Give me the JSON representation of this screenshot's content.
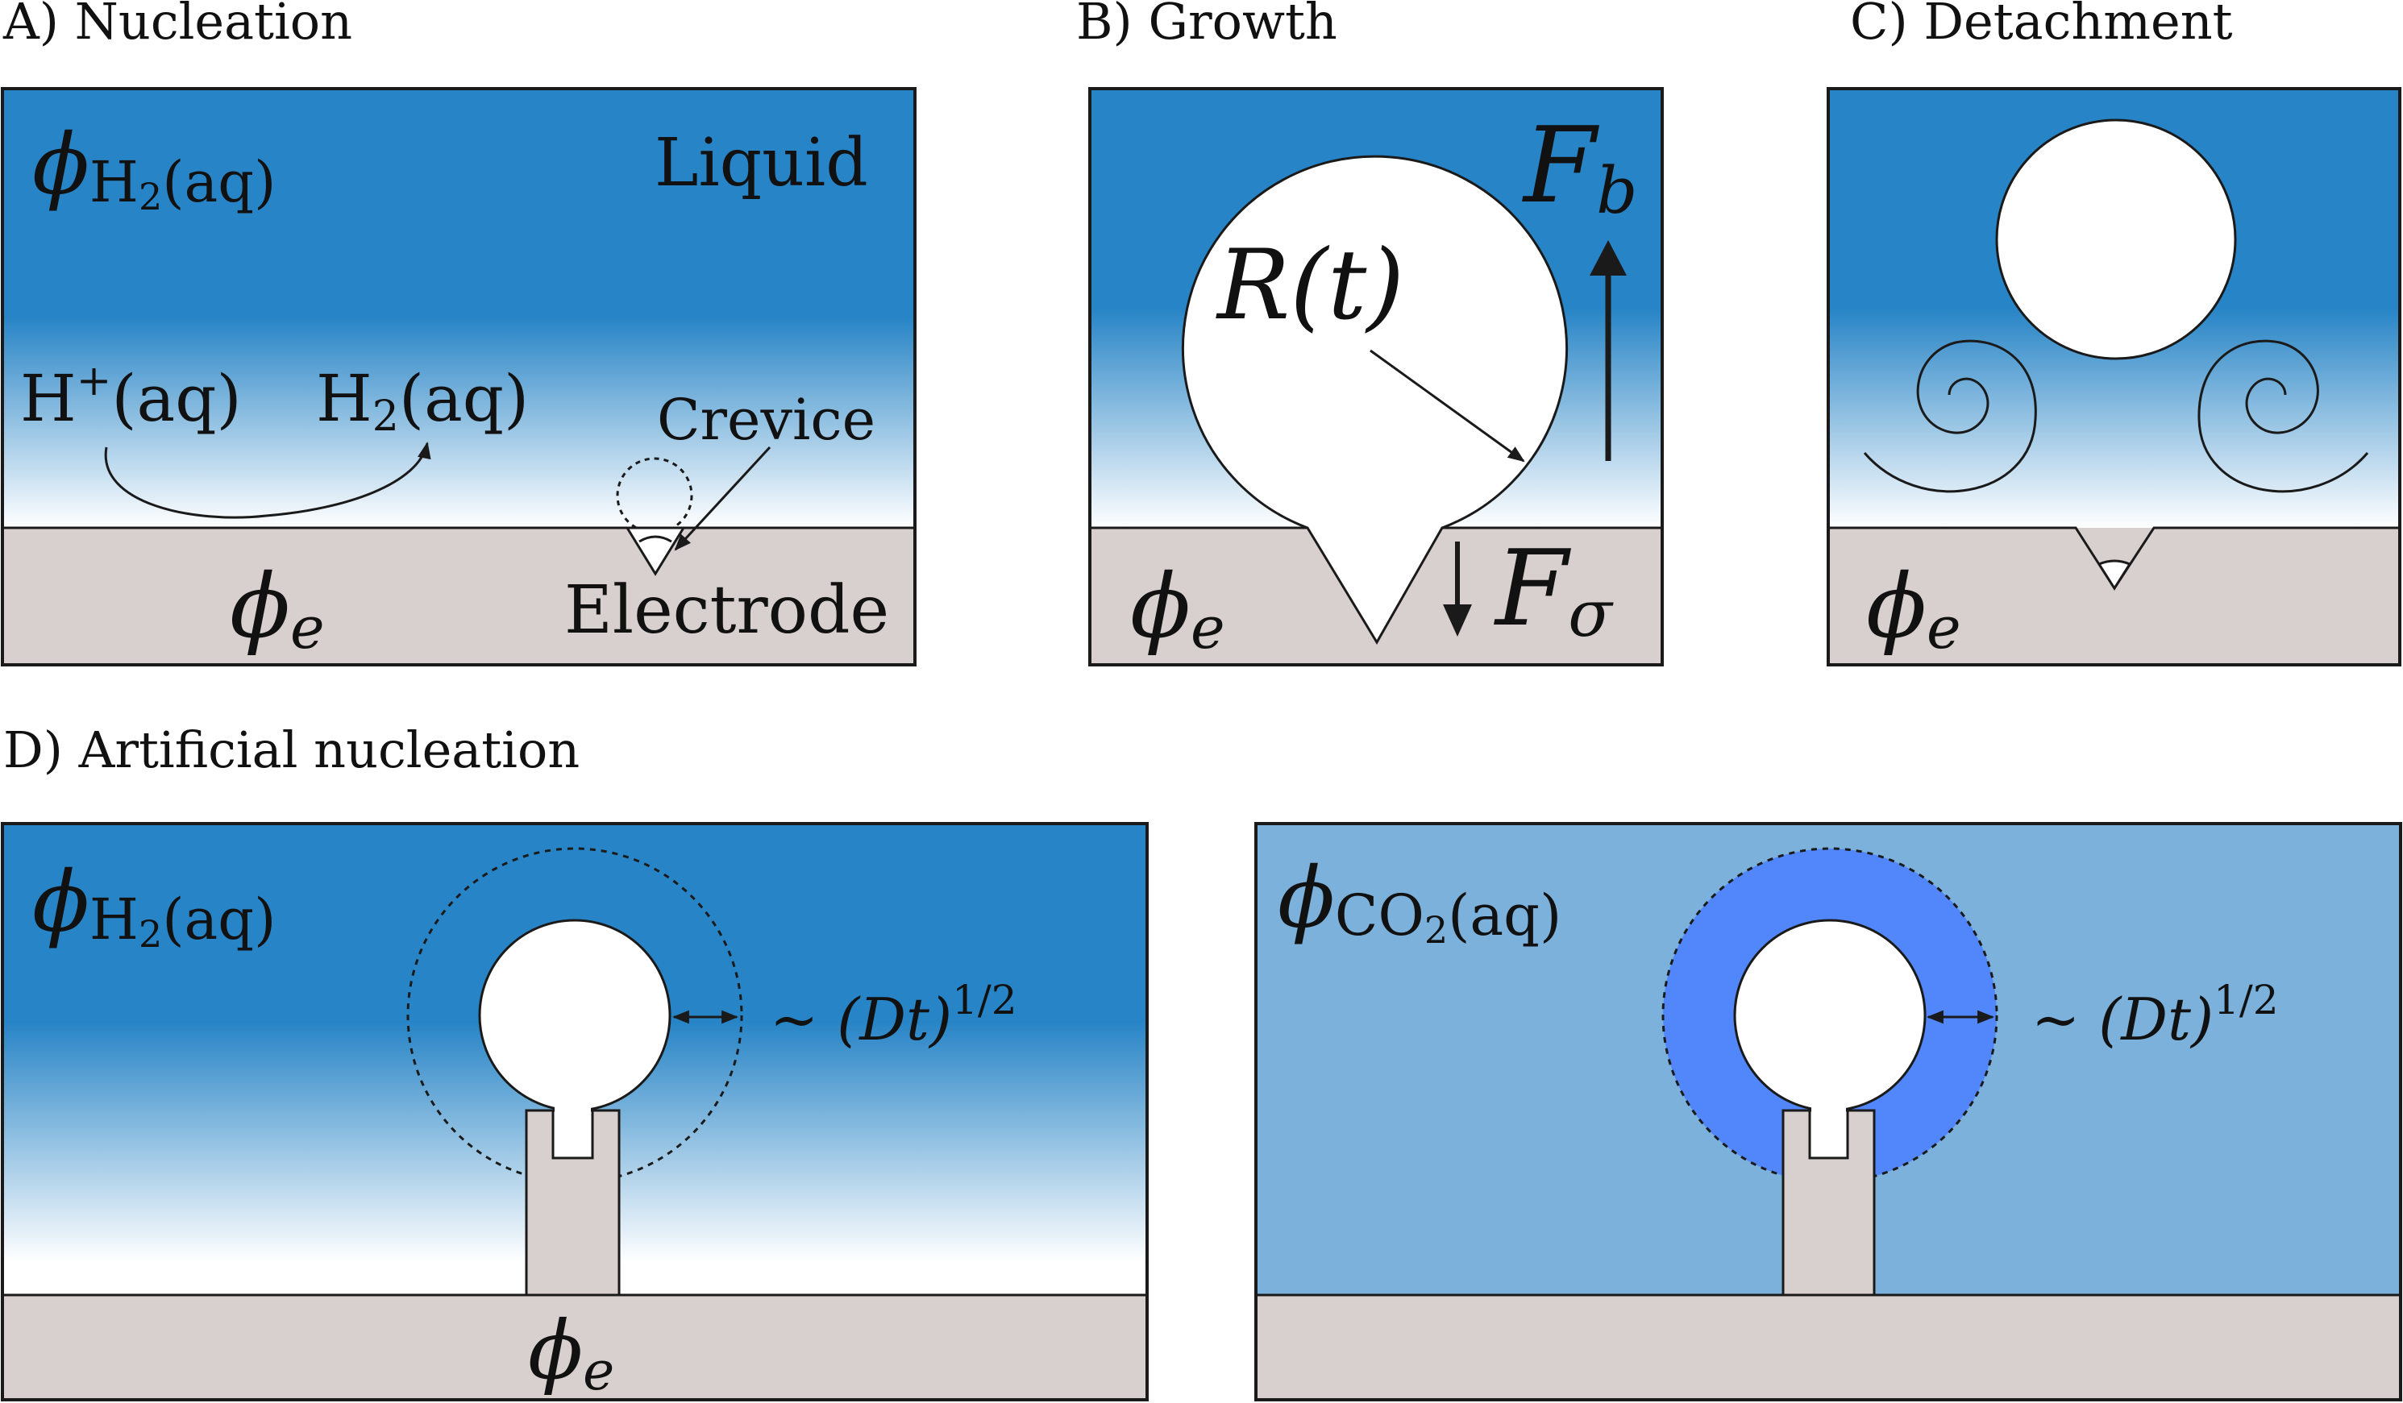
{
  "panels": {
    "a": {
      "title": "A) Nucleation",
      "phi": "ϕ",
      "phi_sub": "H",
      "phi_sub2": "2",
      "phi_sub3": "(aq)",
      "liquid": "Liquid",
      "hplus": "H",
      "hplus_sup": "+",
      "hplus_tail": "(aq)",
      "h2": "H",
      "h2_sub": "2",
      "h2_tail": "(aq)",
      "crevice": "Crevice",
      "electrode": "Electrode",
      "phi_e": "ϕ",
      "phi_e_sub": "e"
    },
    "b": {
      "title": "B) Growth",
      "radius": "R(t)",
      "fb": "F",
      "fb_sub": "b",
      "fs": "F",
      "fs_sub": "σ",
      "phi_e": "ϕ",
      "phi_e_sub": "e"
    },
    "c": {
      "title": "C) Detachment",
      "phi_e": "ϕ",
      "phi_e_sub": "e"
    },
    "d": {
      "title": "D) Artificial nucleation",
      "left": {
        "phi": "ϕ",
        "phi_sub": "H",
        "phi_sub2": "2",
        "phi_sub3": "(aq)",
        "scale": "∼ (Dt)",
        "scale_sup": "1/2",
        "phi_e": "ϕ",
        "phi_e_sub": "e"
      },
      "right": {
        "phi": "ϕ",
        "phi_sub": "CO",
        "phi_sub2": "2",
        "phi_sub3": "(aq)",
        "scale": "∼ (Dt)",
        "scale_sup": "1/2"
      }
    }
  },
  "colors": {
    "liquid_dark": "#2784c6",
    "liquid_light": "#7bb1da",
    "co2_ring": "#5187fb",
    "electrode": "#d7d0cf",
    "outline": "#1a1a1a"
  }
}
